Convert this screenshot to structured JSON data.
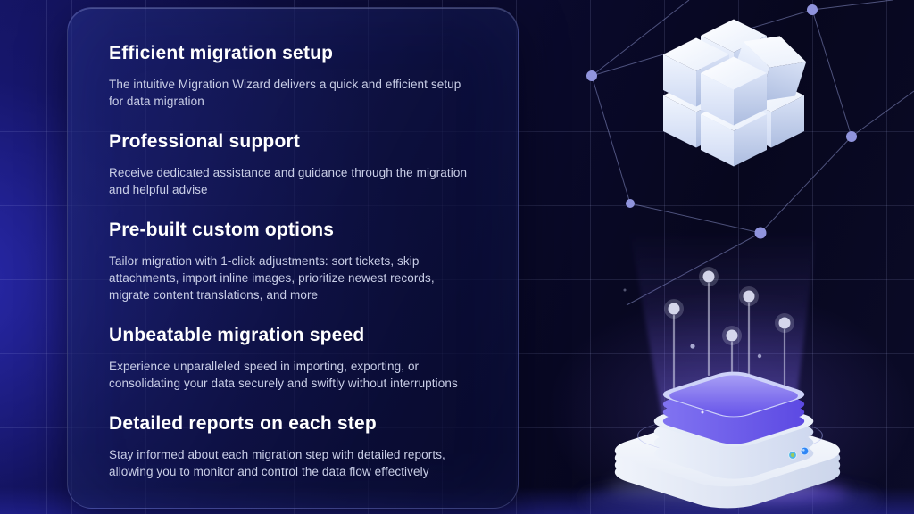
{
  "card": {
    "sections": [
      {
        "title": "Efficient migration setup",
        "body": "The intuitive Migration Wizard delivers a quick and efficient setup for data migration"
      },
      {
        "title": "Professional support",
        "body": "Receive dedicated assistance and guidance through the migration and helpful advise"
      },
      {
        "title": "Pre-built custom options",
        "body": "Tailor migration with 1-click adjustments: sort tickets, skip attachments, import inline images, prioritize newest records, migrate content translations, and more"
      },
      {
        "title": "Unbeatable migration speed",
        "body": "Experience unparalleled speed in importing, exporting, or consolidating your data securely and swiftly without interruptions"
      },
      {
        "title": "Detailed reports on each step",
        "body": "Stay informed about each migration step with detailed reports, allowing you to monitor and control the data flow effectively"
      }
    ]
  },
  "illustration": {
    "cube_cluster": "modular-data-cube",
    "platform": "hologram-migration-platform",
    "colors": {
      "background_dark": "#07071e",
      "background_accent": "#2121b0",
      "card_fill": "#10144f",
      "heading_text": "#ffffff",
      "body_text": "#c9cee7",
      "grid_line": "#bec6ff",
      "constellation_dot": "#9094dd",
      "cube_face_light": "#fafcff",
      "cube_face_shade": "#adbde0",
      "beam_purple": "#7c63f0",
      "screen_purple": "#6350e9",
      "platform_white": "#f5f8fd",
      "indicator_left": "#9ccb5a",
      "indicator_right": "#2f86f5"
    }
  }
}
